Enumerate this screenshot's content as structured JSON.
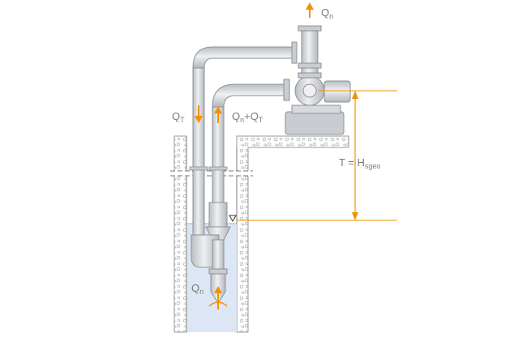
{
  "labels": {
    "qn_top": {
      "main": "Q",
      "sub": "n"
    },
    "qt_left": {
      "main": "Q",
      "sub": "T"
    },
    "qn_qt": {
      "main1": "Q",
      "sub1": "n",
      "plus": "+Q",
      "sub2": "T"
    },
    "height": {
      "main": "T = H",
      "sub": "sgeo"
    },
    "qn_bottom": {
      "main": "Q",
      "sub": "n"
    }
  },
  "colors": {
    "pipe_fill": "#d7d9dc",
    "pipe_stroke": "#8d9196",
    "water": "#dde6f3",
    "ground": "#bfbfbf",
    "arrow": "#f29200",
    "text": "#7a7a7a",
    "water_level_mark": "#333333"
  },
  "icons": {
    "water_level": "triangle-down-icon"
  }
}
